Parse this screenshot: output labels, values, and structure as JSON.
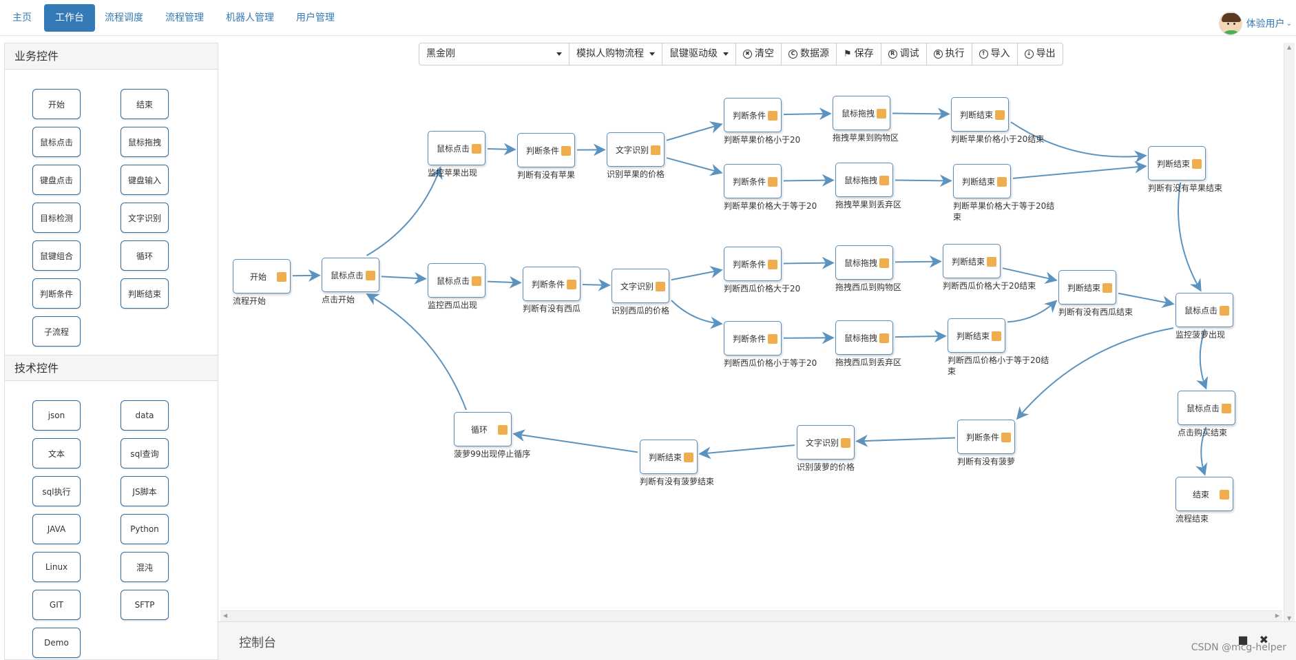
{
  "nav": {
    "items": [
      {
        "label": "主页",
        "active": false
      },
      {
        "label": "工作台",
        "active": true
      },
      {
        "label": "流程调度",
        "active": false
      },
      {
        "label": "流程管理",
        "active": false
      },
      {
        "label": "机器人管理",
        "active": false
      },
      {
        "label": "用户管理",
        "active": false
      }
    ],
    "user": "体验用户"
  },
  "sidebar": {
    "business_title": "业务控件",
    "business": [
      "开始",
      "结束",
      "鼠标点击",
      "鼠标拖拽",
      "键盘点击",
      "键盘输入",
      "目标检测",
      "文字识别",
      "鼠键组合",
      "循环",
      "判断条件",
      "判断结束",
      "子流程"
    ],
    "tech_title": "技术控件",
    "tech": [
      "json",
      "data",
      "文本",
      "sql查询",
      "sql执行",
      "JS脚本",
      "JAVA",
      "Python",
      "Linux",
      "混沌",
      "GIT",
      "SFTP",
      "Demo"
    ]
  },
  "toolbar": {
    "robot_select": "黑金刚",
    "flow_select": "模拟人购物流程",
    "driver_select": "鼠键驱动级",
    "buttons": [
      {
        "icon": "clear-icon",
        "label": "清空"
      },
      {
        "icon": "datasource-icon",
        "label": "数据源"
      },
      {
        "icon": "save-icon",
        "label": "保存"
      },
      {
        "icon": "debug-icon",
        "label": "调试"
      },
      {
        "icon": "execute-icon",
        "label": "执行"
      },
      {
        "icon": "import-icon",
        "label": "导入"
      },
      {
        "icon": "export-icon",
        "label": "导出"
      }
    ]
  },
  "flow": {
    "nodes": [
      {
        "id": "n1",
        "label": "开始",
        "caption": "流程开始"
      },
      {
        "id": "n2",
        "label": "鼠标点击",
        "caption": "点击开始"
      },
      {
        "id": "n3",
        "label": "鼠标点击",
        "caption": "监控苹果出现"
      },
      {
        "id": "n4",
        "label": "判断条件",
        "caption": "判断有没有苹果"
      },
      {
        "id": "n5",
        "label": "文字识别",
        "caption": "识别苹果的价格"
      },
      {
        "id": "n6",
        "label": "判断条件",
        "caption": "判断苹果价格小于20"
      },
      {
        "id": "n7",
        "label": "鼠标拖拽",
        "caption": "拖拽苹果到购物区"
      },
      {
        "id": "n8",
        "label": "判断结束",
        "caption": "判断苹果价格小于20结束"
      },
      {
        "id": "n9",
        "label": "判断条件",
        "caption": "判断苹果价格大于等于20"
      },
      {
        "id": "n10",
        "label": "鼠标拖拽",
        "caption": "拖拽苹果到丢弃区"
      },
      {
        "id": "n11",
        "label": "判断结束",
        "caption": "判断苹果价格大于等于20结束"
      },
      {
        "id": "n12",
        "label": "判断结束",
        "caption": "判断有没有苹果结束"
      },
      {
        "id": "n13",
        "label": "鼠标点击",
        "caption": "监控西瓜出现"
      },
      {
        "id": "n14",
        "label": "判断条件",
        "caption": "判断有没有西瓜"
      },
      {
        "id": "n15",
        "label": "文字识别",
        "caption": "识别西瓜的价格"
      },
      {
        "id": "n16",
        "label": "判断条件",
        "caption": "判断西瓜价格大于20"
      },
      {
        "id": "n17",
        "label": "鼠标拖拽",
        "caption": "拖拽西瓜到购物区"
      },
      {
        "id": "n18",
        "label": "判断结束",
        "caption": "判断西瓜价格大于20结束"
      },
      {
        "id": "n19",
        "label": "判断结束",
        "caption": "判断有没有西瓜结束"
      },
      {
        "id": "n20",
        "label": "判断条件",
        "caption": "判断西瓜价格小于等于20"
      },
      {
        "id": "n21",
        "label": "鼠标拖拽",
        "caption": "拖拽西瓜到丢弃区"
      },
      {
        "id": "n22",
        "label": "判断结束",
        "caption": "判断西瓜价格小于等于20结束"
      },
      {
        "id": "n23",
        "label": "鼠标点击",
        "caption": "监控菠萝出现"
      },
      {
        "id": "n24",
        "label": "鼠标点击",
        "caption": "点击购买结束"
      },
      {
        "id": "n25",
        "label": "结束",
        "caption": "流程结束"
      },
      {
        "id": "n26",
        "label": "判断条件",
        "caption": "判断有没有菠萝"
      },
      {
        "id": "n27",
        "label": "文字识别",
        "caption": "识别菠萝的价格"
      },
      {
        "id": "n28",
        "label": "判断结束",
        "caption": "判断有没有菠萝结束"
      },
      {
        "id": "n29",
        "label": "循环",
        "caption": "菠萝99出现停止循序"
      }
    ],
    "edges": [
      [
        "n1",
        "n2"
      ],
      [
        "n2",
        "n3"
      ],
      [
        "n3",
        "n4"
      ],
      [
        "n4",
        "n5"
      ],
      [
        "n5",
        "n6"
      ],
      [
        "n5",
        "n9"
      ],
      [
        "n6",
        "n7"
      ],
      [
        "n7",
        "n8"
      ],
      [
        "n9",
        "n10"
      ],
      [
        "n10",
        "n11"
      ],
      [
        "n8",
        "n12"
      ],
      [
        "n11",
        "n12"
      ],
      [
        "n2",
        "n13"
      ],
      [
        "n13",
        "n14"
      ],
      [
        "n14",
        "n15"
      ],
      [
        "n15",
        "n16"
      ],
      [
        "n15",
        "n20"
      ],
      [
        "n16",
        "n17"
      ],
      [
        "n17",
        "n18"
      ],
      [
        "n18",
        "n19"
      ],
      [
        "n20",
        "n21"
      ],
      [
        "n21",
        "n22"
      ],
      [
        "n22",
        "n19"
      ],
      [
        "n12",
        "n23"
      ],
      [
        "n19",
        "n23"
      ],
      [
        "n23",
        "n24"
      ],
      [
        "n24",
        "n25"
      ],
      [
        "n23",
        "n26"
      ],
      [
        "n26",
        "n27"
      ],
      [
        "n27",
        "n28"
      ],
      [
        "n28",
        "n29"
      ],
      [
        "n29",
        "n2"
      ]
    ]
  },
  "console": {
    "title": "控制台",
    "minimize": "■",
    "close": "✖"
  },
  "watermark": "CSDN @mcg-helper",
  "colors": {
    "accent": "#337ab7",
    "edge": "#5b93c0",
    "node_marker": "#f0ad4e"
  }
}
